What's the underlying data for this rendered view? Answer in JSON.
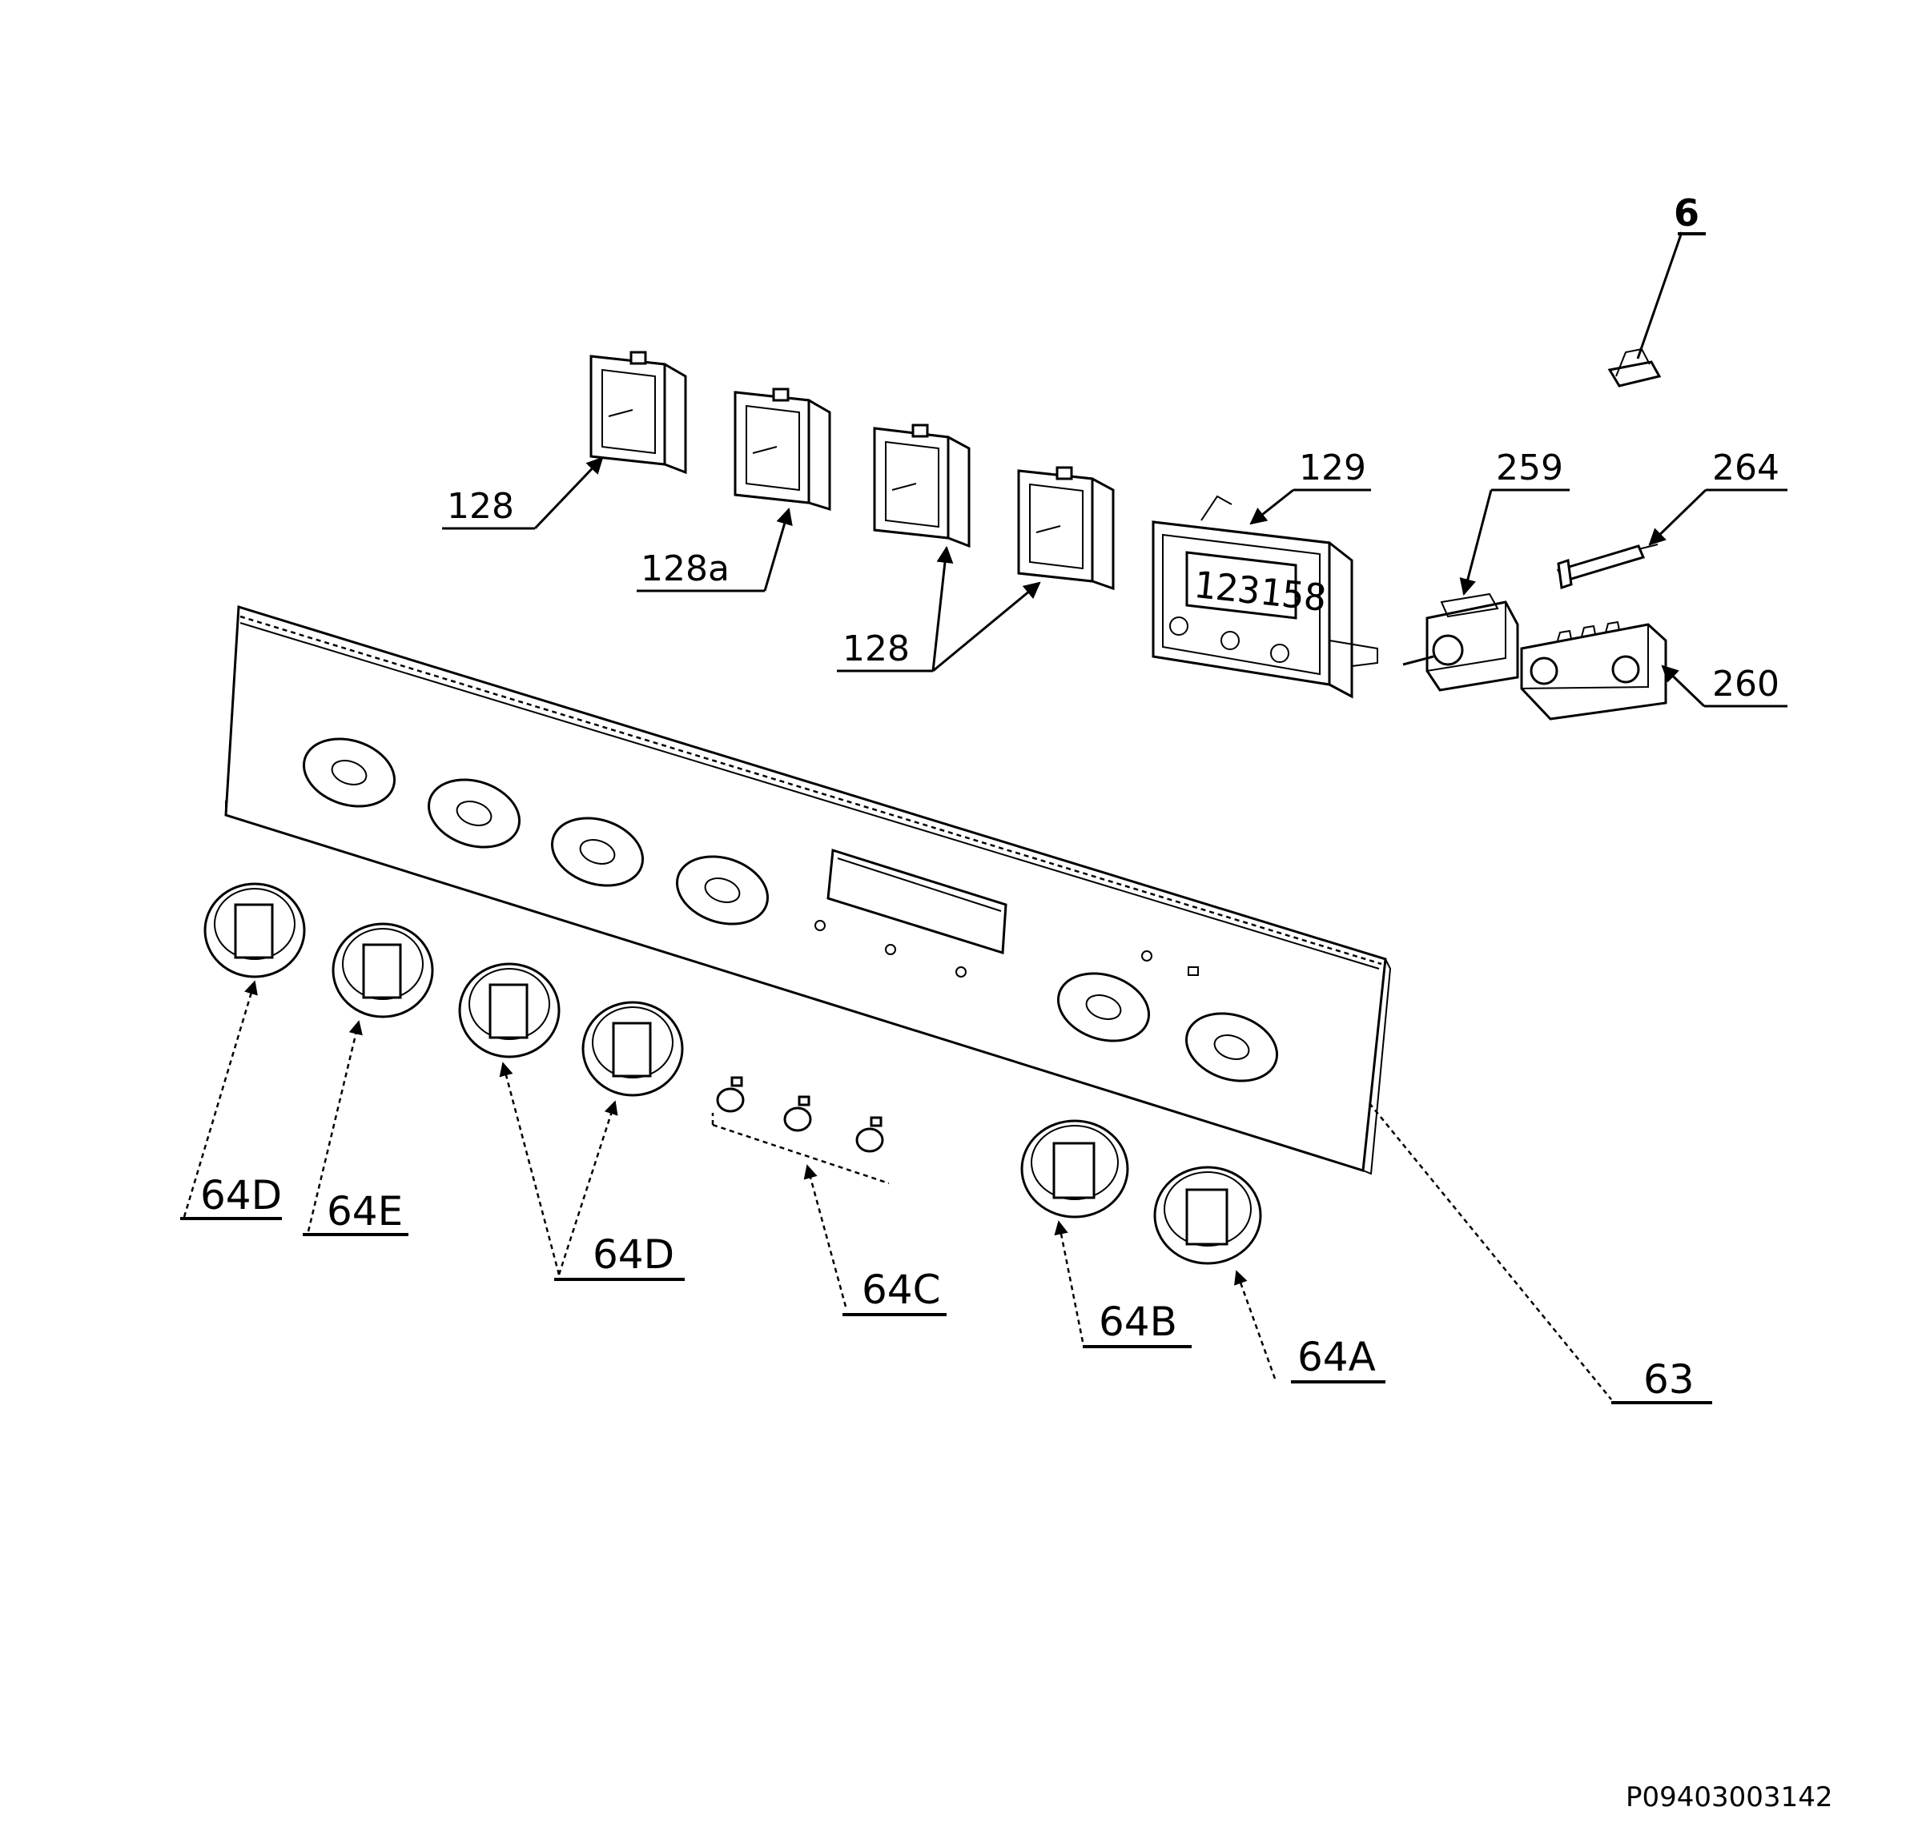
{
  "labels": {
    "clip": "6",
    "switch_128_top": "128",
    "switch_128a": "128a",
    "switch_128_pair": "128",
    "timer": "129",
    "thermostat": "259",
    "thermocouple": "264",
    "selector": "260",
    "knob_64d_left": "64D",
    "knob_64e": "64E",
    "knob_64d_pair": "64D",
    "buttons_64c": "64C",
    "knob_64b": "64B",
    "knob_64a": "64A",
    "panel": "63"
  },
  "timer_display": "123158",
  "reference": "P09403003142",
  "icons": [
    "rotary-switch-icon",
    "timer-module-icon",
    "thermostat-icon",
    "thermocouple-icon",
    "selector-switch-icon",
    "control-knob-icon",
    "push-button-icon",
    "clip-icon",
    "control-panel-icon"
  ]
}
